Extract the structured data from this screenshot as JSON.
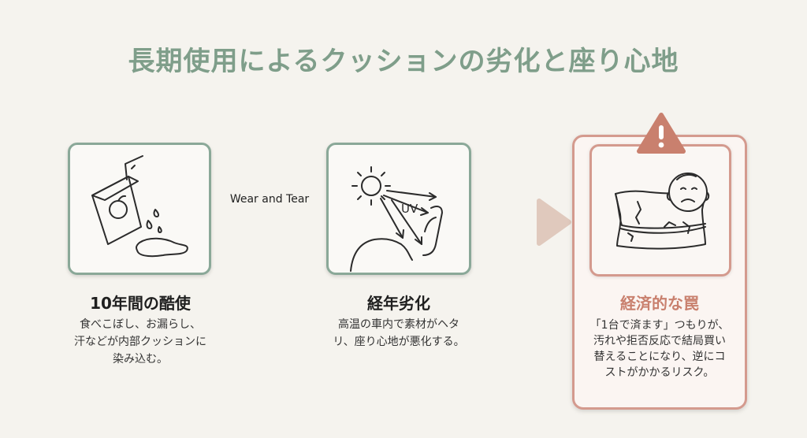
{
  "title": "長期使用によるクッションの劣化と座り心地",
  "connector_label": "Wear and Tear",
  "steps": [
    {
      "title": "10年間の酷使",
      "desc_lines": [
        "食べこぼし、お漏らし、",
        "汗などが内部クッションに",
        "染み込む。"
      ]
    },
    {
      "title": "経年劣化",
      "icon_text": "UV",
      "desc_lines": [
        "高温の車内で素材がヘタ",
        "リ、座り心地が悪化する。"
      ]
    },
    {
      "title": "経済的な罠",
      "desc_lines": [
        "「1台で済ます」つもりが、",
        "汚れや拒否反応で結局買い",
        "替えることになり、逆にコ",
        "ストがかかるリスク。"
      ]
    }
  ],
  "colors": {
    "title": "#7f9e8a",
    "green_border": "#8aa898",
    "red_border": "#d49a8e",
    "warning": "#c9806e",
    "arrow": "#a3b6a8"
  },
  "icons": [
    "juice-box-spill-icon",
    "sun-uv-car-seat-icon",
    "cracked-cushion-baby-icon",
    "warning-icon"
  ]
}
